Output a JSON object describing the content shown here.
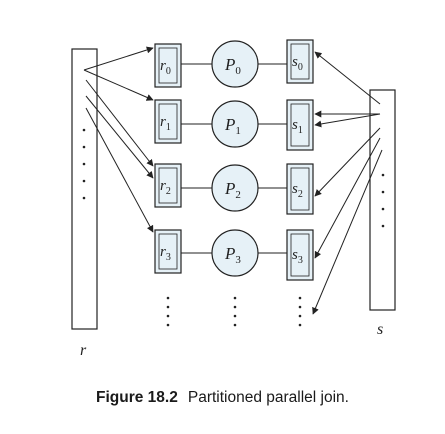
{
  "relation_r": {
    "label": "r"
  },
  "relation_s": {
    "label": "s"
  },
  "r_partitions": [
    {
      "base": "r",
      "sub": "0"
    },
    {
      "base": "r",
      "sub": "1"
    },
    {
      "base": "r",
      "sub": "2"
    },
    {
      "base": "r",
      "sub": "3"
    }
  ],
  "processors": [
    {
      "base": "P",
      "sub": "0"
    },
    {
      "base": "P",
      "sub": "1"
    },
    {
      "base": "P",
      "sub": "2"
    },
    {
      "base": "P",
      "sub": "3"
    }
  ],
  "s_partitions": [
    {
      "base": "s",
      "sub": "0"
    },
    {
      "base": "s",
      "sub": "1"
    },
    {
      "base": "s",
      "sub": "2"
    },
    {
      "base": "s",
      "sub": "3"
    }
  ],
  "caption": {
    "number": "Figure 18.2",
    "text": "Partitioned parallel join."
  },
  "colors": {
    "box_fill": "#e6f1f7",
    "circle_fill": "#e6f1f7",
    "stroke": "#222222"
  }
}
